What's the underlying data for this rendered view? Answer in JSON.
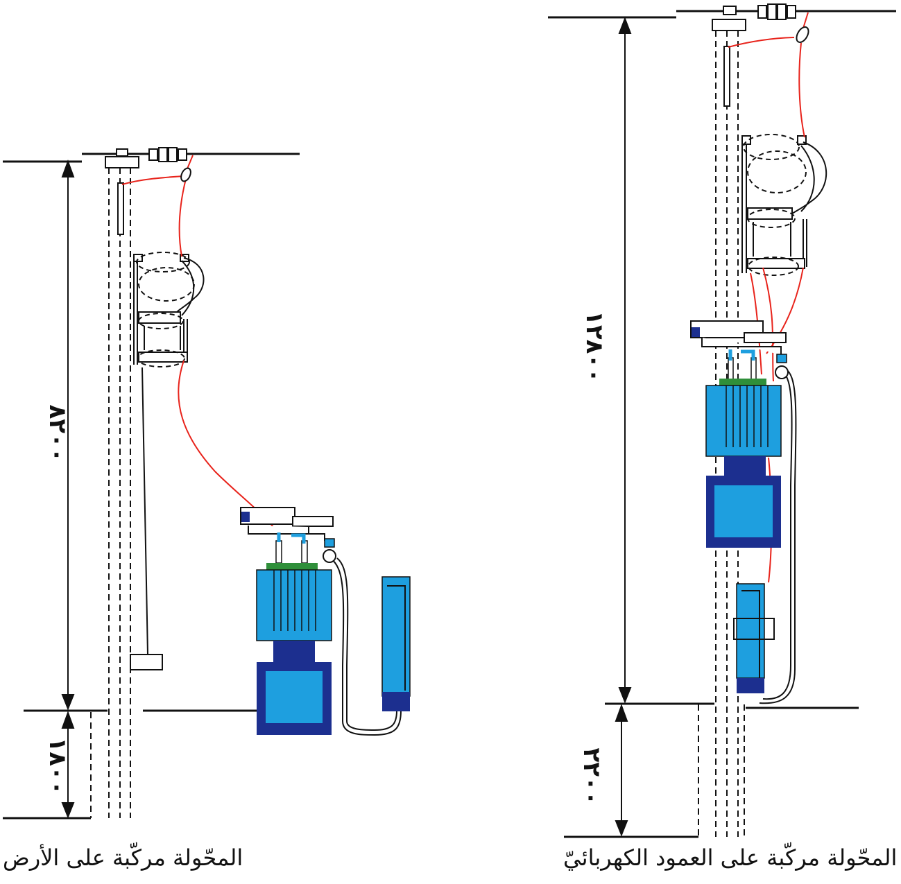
{
  "left_diagram": {
    "caption": "المحّولة مركّبة على الأرض",
    "dimension_upper": "٨٢٠٠",
    "dimension_lower": "١٨٠٠"
  },
  "right_diagram": {
    "caption": "المحّولة مركّبة على العمود الكهربائيّ",
    "dimension_upper": "١٢٨٠٠",
    "dimension_lower": "٢٢٠٠"
  },
  "colors": {
    "line": "#111111",
    "conductor": "#e8231b",
    "transformer_light_blue": "#1e9fdf",
    "transformer_dark_blue": "#1c2f8f",
    "terminal_green": "#2f8f3a"
  }
}
